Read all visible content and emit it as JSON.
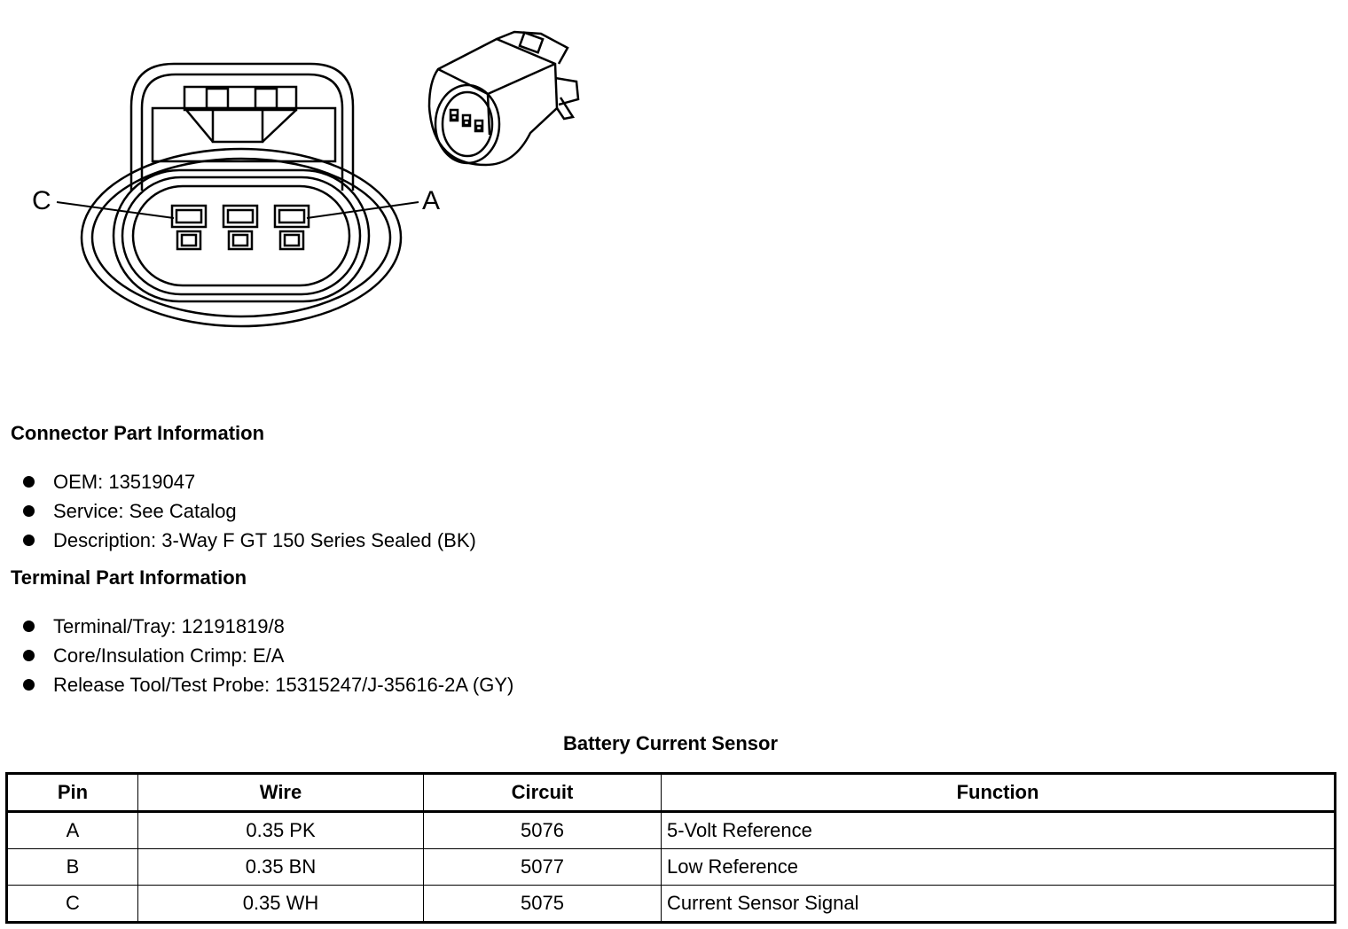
{
  "diagram": {
    "pin_labels": {
      "left": "C",
      "right": "A"
    },
    "description_icon": "connector-3-pin-face-view"
  },
  "connector_info": {
    "title": "Connector Part Information",
    "items": [
      "OEM: 13519047",
      "Service: See Catalog",
      "Description: 3-Way F GT 150 Series Sealed (BK)"
    ]
  },
  "terminal_info": {
    "title": "Terminal Part Information",
    "items": [
      "Terminal/Tray: 12191819/8",
      "Core/Insulation Crimp: E/A",
      "Release Tool/Test Probe: 15315247/J-35616-2A (GY)"
    ]
  },
  "table": {
    "title": "Battery Current Sensor",
    "headers": [
      "Pin",
      "Wire",
      "Circuit",
      "Function"
    ],
    "rows": [
      [
        "A",
        "0.35 PK",
        "5076",
        "5-Volt Reference"
      ],
      [
        "B",
        "0.35 BN",
        "5077",
        "Low Reference"
      ],
      [
        "C",
        "0.35 WH",
        "5075",
        "Current Sensor Signal"
      ]
    ]
  }
}
